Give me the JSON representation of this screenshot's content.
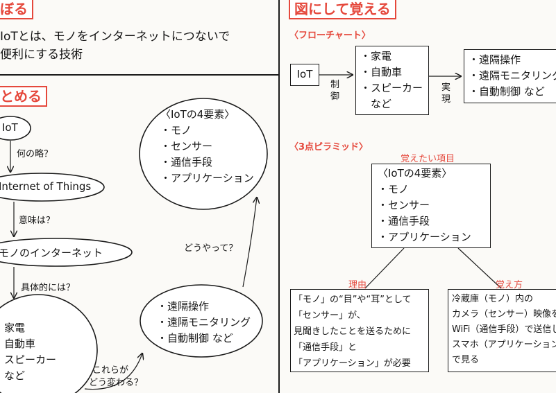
{
  "left": {
    "badge_top": "ぼる",
    "intro_line1": "IoTとは、モノをインターネットにつないで",
    "intro_line2": "便利にする技術",
    "badge_mid": "とめる",
    "node_iot": "IoT",
    "q1": "何の略？",
    "node_iot_full": "Internet of Things",
    "q2": "意味は？",
    "node_net": "モノのインターネット",
    "q3": "具体的には？",
    "node_things": [
      "家電",
      "自動車",
      "スピーカー",
      "など"
    ],
    "q4_line1": "これらが",
    "q4_line2": "どう変わる？",
    "node_usage": [
      "・遠隔操作",
      "・遠隔モニタリング",
      "・自動制御 など"
    ],
    "q5": "どうやって？",
    "node_elements_title": "〈IoTの4要素〉",
    "node_elements": [
      "・モノ",
      "・センサー",
      "・通信手段",
      "・アプリケーション"
    ]
  },
  "right": {
    "badge": "図にして覚える",
    "flow_title": "〈フローチャート〉",
    "flow_iot": "IoT",
    "flow_label1": [
      "制",
      "御"
    ],
    "flow_things": [
      "・家電",
      "・自動車",
      "・スピーカー",
      "　など"
    ],
    "flow_label2": [
      "実",
      "現"
    ],
    "flow_usage": [
      "・遠隔操作",
      "・遠隔モニタリング",
      "・自動制御 など"
    ],
    "pyr_title": "〈3点ピラミッド〉",
    "pyr_top_label": "覚えたい項目",
    "pyr_top_title": "〈IoTの4要素〉",
    "pyr_top_items": [
      "・モノ",
      "・センサー",
      "・通信手段",
      "・アプリケーション"
    ],
    "pyr_left_label": "理由",
    "pyr_left_lines": [
      "「モノ」の“目”や“耳”として",
      "「センサー」が、",
      "見聞きしたことを送るために",
      "「通信手段」と",
      "「アプリケーション」が必要"
    ],
    "pyr_right_label": "覚え方",
    "pyr_right_lines": [
      "冷蔵庫（モノ）内の",
      "カメラ（センサー）映像を",
      "WiFi（通信手段）で送信し",
      "スマホ（アプリケーション）",
      "で見る"
    ]
  },
  "colors": {
    "accent": "#e5483c",
    "ink": "#141414",
    "paper": "#fbfaf7"
  }
}
